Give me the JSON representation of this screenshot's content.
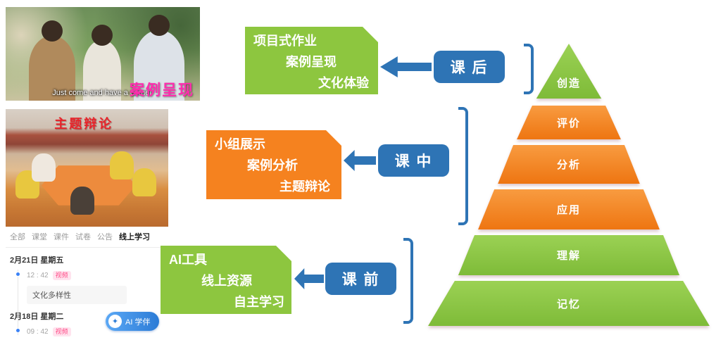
{
  "colors": {
    "green": "#8DC63F",
    "orange": "#F5821F",
    "blue": "#2E74B5",
    "magenta": "#FF2BAE",
    "red": "#E8232A"
  },
  "photos": {
    "photo1": {
      "caption": "Just come and have a corner",
      "overlay": "案例呈现"
    },
    "photo2": {
      "overlay": "主题辩论"
    }
  },
  "platform": {
    "tabs": [
      {
        "label": "全部"
      },
      {
        "label": "课堂"
      },
      {
        "label": "课件"
      },
      {
        "label": "试卷"
      },
      {
        "label": "公告"
      },
      {
        "label": "线上学习"
      }
    ],
    "timeline": [
      {
        "date": "2月21日 星期五",
        "time": "12 : 42",
        "badge": "视频",
        "item": "文化多样性"
      },
      {
        "date": "2月18日 星期二",
        "time": "09 : 42",
        "badge": "视频"
      }
    ],
    "ai_companion": "AI 学伴"
  },
  "callouts": [
    {
      "stage": "课 后",
      "lines": [
        "项目式作业",
        "案例呈现",
        "文化体验"
      ]
    },
    {
      "stage": "课 中",
      "lines": [
        "小组展示",
        "案例分析",
        "主题辩论"
      ]
    },
    {
      "stage": "课 前",
      "lines": [
        "AI工具",
        "线上资源",
        "自主学习"
      ]
    }
  ],
  "pyramid": {
    "levels": [
      {
        "label": "创造",
        "color": "green"
      },
      {
        "label": "评价",
        "color": "orange"
      },
      {
        "label": "分析",
        "color": "orange"
      },
      {
        "label": "应用",
        "color": "orange"
      },
      {
        "label": "理解",
        "color": "green"
      },
      {
        "label": "记忆",
        "color": "green"
      }
    ]
  }
}
